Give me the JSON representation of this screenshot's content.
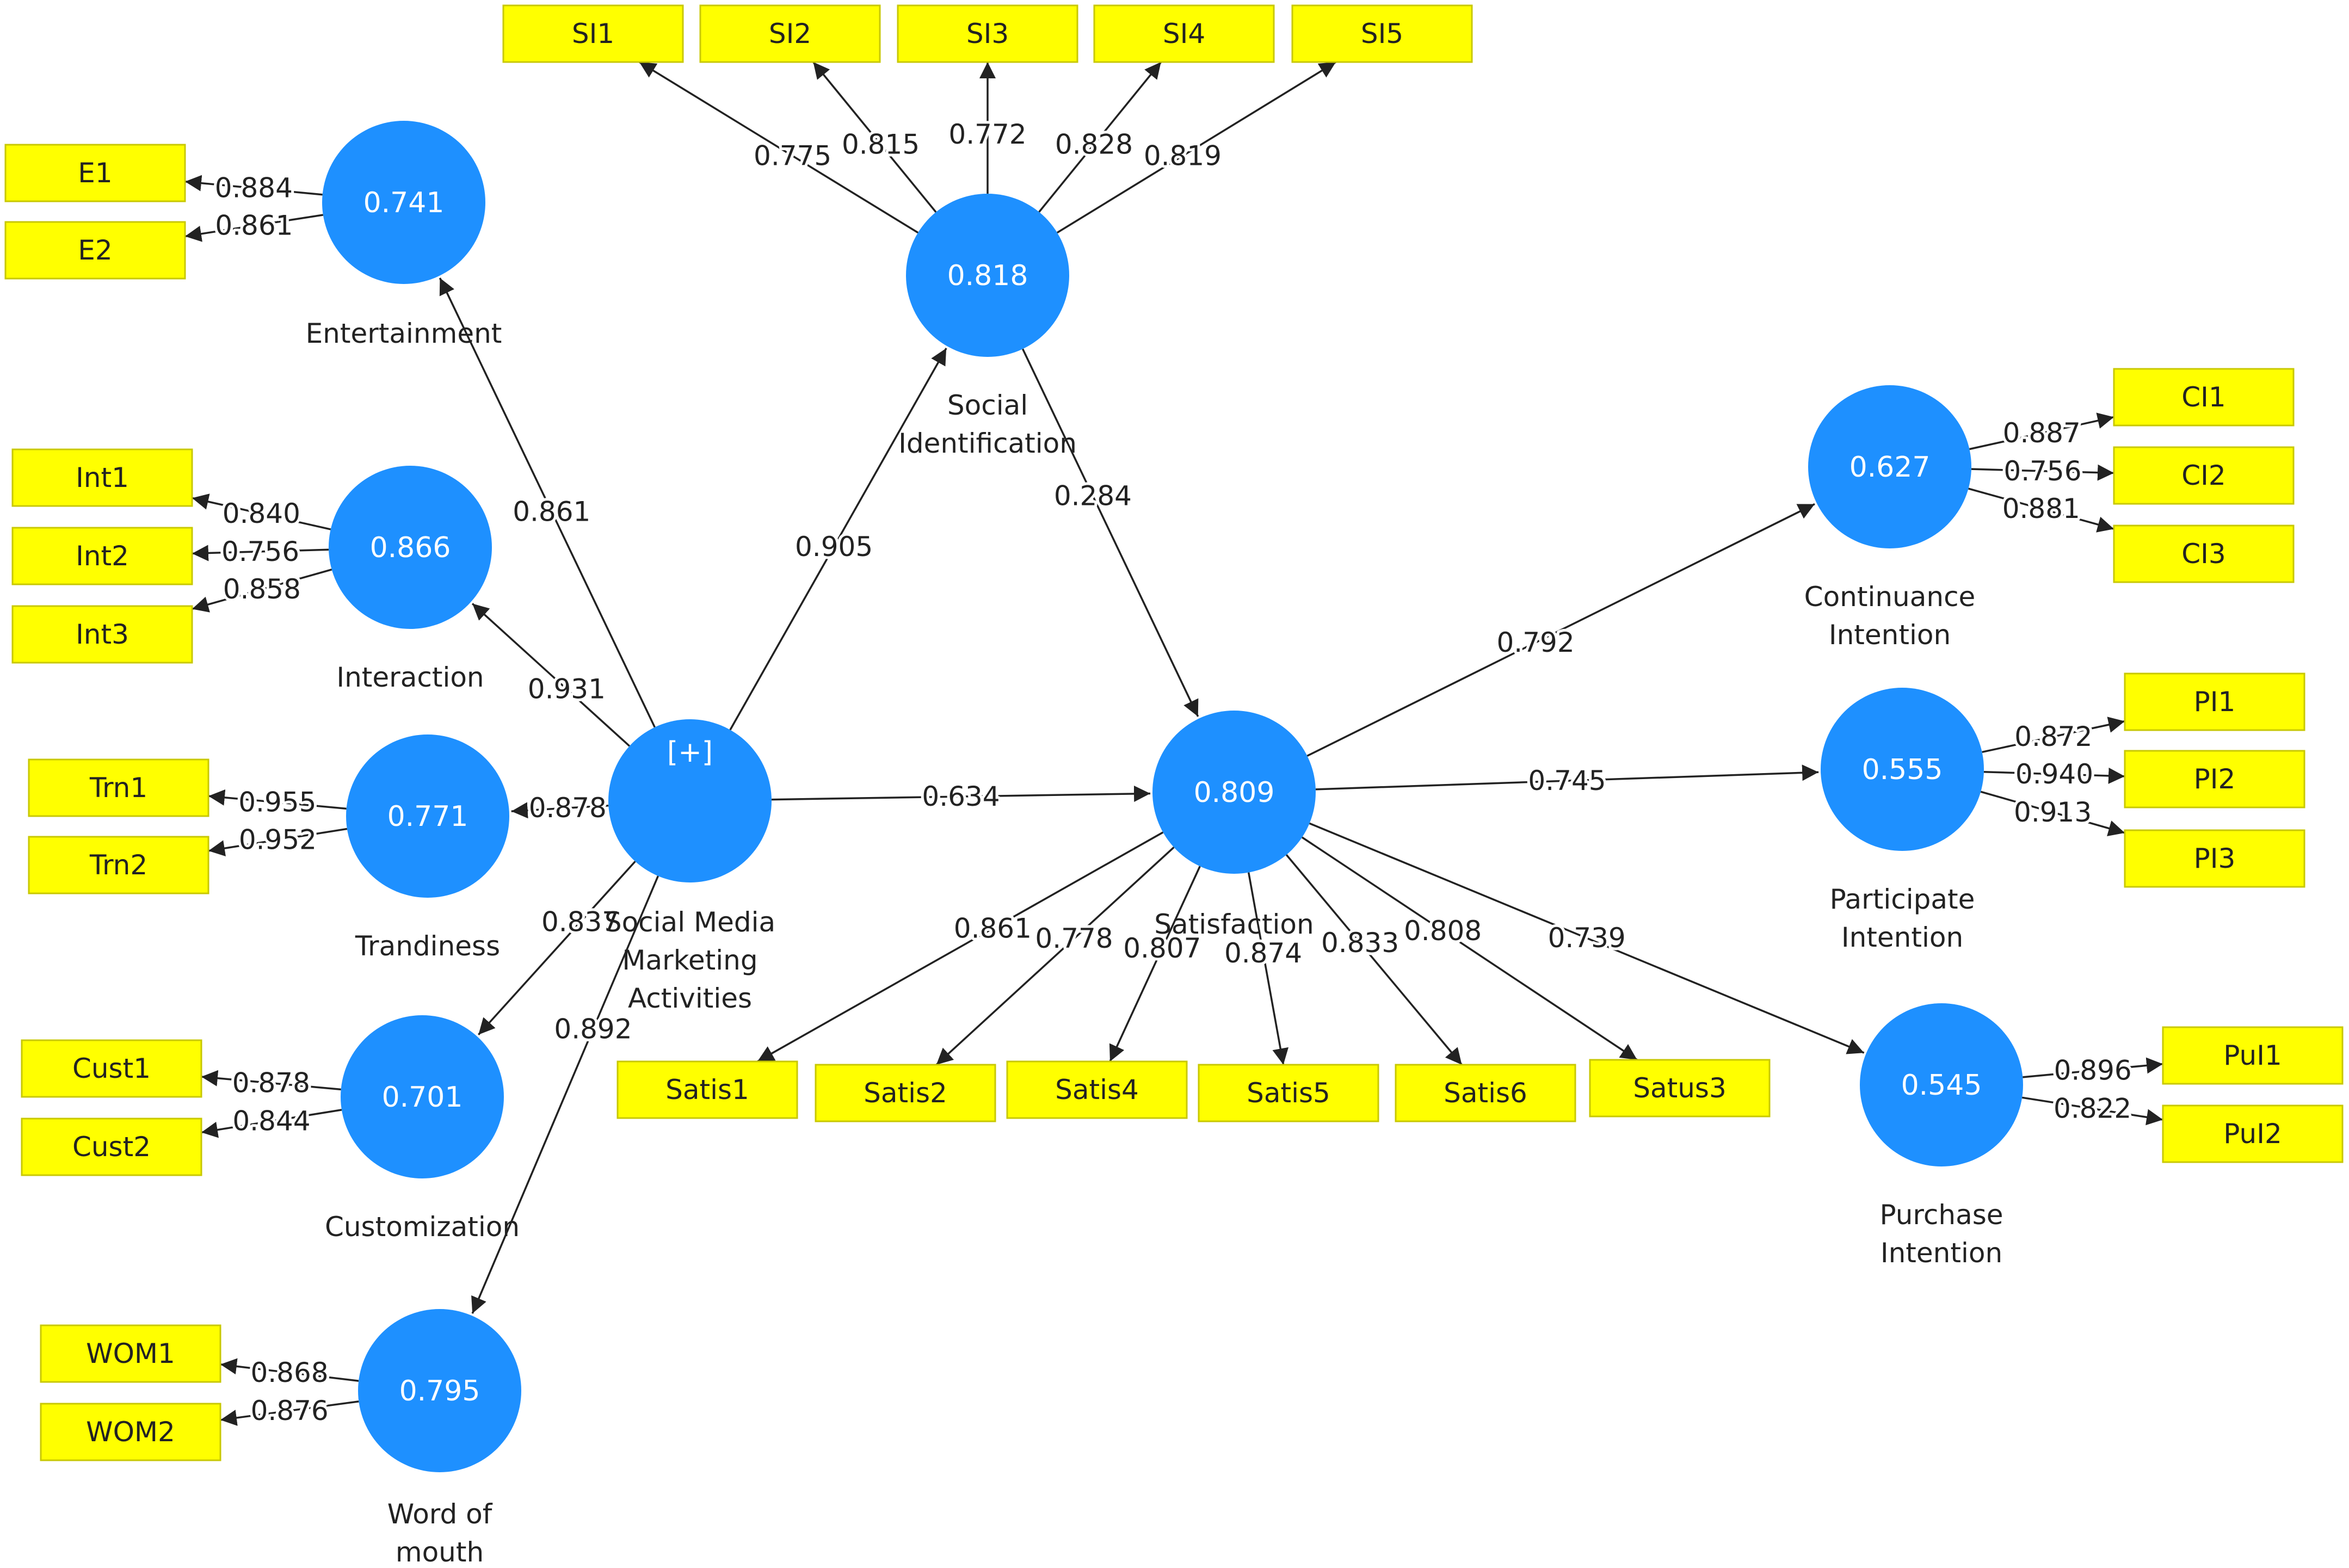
{
  "colors": {
    "latent": "#1e90ff",
    "indicator_fill": "#ffff00",
    "indicator_border": "#c8c800",
    "line": "#222222"
  },
  "latents": {
    "entertainment": {
      "label": [
        "Entertainment"
      ],
      "value": "0.741"
    },
    "interaction": {
      "label": [
        "Interaction"
      ],
      "value": "0.866"
    },
    "trandiness": {
      "label": [
        "Trandiness"
      ],
      "value": "0.771"
    },
    "customization": {
      "label": [
        "Customization"
      ],
      "value": "0.701"
    },
    "wom": {
      "label": [
        "Word of",
        "mouth"
      ],
      "value": "0.795"
    },
    "smma": {
      "label": [
        "Social Media",
        "Marketing",
        "Activities"
      ],
      "value": "[+]"
    },
    "social_id": {
      "label": [
        "Social",
        "Identification"
      ],
      "value": "0.818"
    },
    "satisfaction": {
      "label": [
        "Satisfaction"
      ],
      "value": "0.809"
    },
    "continuance": {
      "label": [
        "Continuance",
        "Intention"
      ],
      "value": "0.627"
    },
    "participate": {
      "label": [
        "Participate",
        "Intention"
      ],
      "value": "0.555"
    },
    "purchase": {
      "label": [
        "Purchase",
        "Intention"
      ],
      "value": "0.545"
    }
  },
  "indicators": {
    "E1": "E1",
    "E2": "E2",
    "Int1": "Int1",
    "Int2": "Int2",
    "Int3": "Int3",
    "Trn1": "Trn1",
    "Trn2": "Trn2",
    "Cust1": "Cust1",
    "Cust2": "Cust2",
    "WOM1": "WOM1",
    "WOM2": "WOM2",
    "SI1": "SI1",
    "SI2": "SI2",
    "SI3": "SI3",
    "SI4": "SI4",
    "SI5": "SI5",
    "Satis1": "Satis1",
    "Satis2": "Satis2",
    "Satis4": "Satis4",
    "Satis5": "Satis5",
    "Satis6": "Satis6",
    "Satus3": "Satus3",
    "CI1": "CI1",
    "CI2": "CI2",
    "CI3": "CI3",
    "PI1": "PI1",
    "PI2": "PI2",
    "PI3": "PI3",
    "PuI1": "PuI1",
    "PuI2": "PuI2"
  },
  "paths": [
    {
      "from": "smma",
      "to": "entertainment",
      "value": "0.861"
    },
    {
      "from": "smma",
      "to": "interaction",
      "value": "0.931"
    },
    {
      "from": "smma",
      "to": "trandiness",
      "value": "0.878"
    },
    {
      "from": "smma",
      "to": "customization",
      "value": "0.837"
    },
    {
      "from": "smma",
      "to": "wom",
      "value": "0.892"
    },
    {
      "from": "smma",
      "to": "social_id",
      "value": "0.905"
    },
    {
      "from": "smma",
      "to": "satisfaction",
      "value": "0.634"
    },
    {
      "from": "social_id",
      "to": "satisfaction",
      "value": "0.284"
    },
    {
      "from": "satisfaction",
      "to": "continuance",
      "value": "0.792"
    },
    {
      "from": "satisfaction",
      "to": "participate",
      "value": "0.745"
    },
    {
      "from": "satisfaction",
      "to": "purchase",
      "value": "0.739"
    }
  ],
  "loadings": [
    {
      "latent": "entertainment",
      "indicator": "E1",
      "value": "0.884"
    },
    {
      "latent": "entertainment",
      "indicator": "E2",
      "value": "0.861"
    },
    {
      "latent": "interaction",
      "indicator": "Int1",
      "value": "0.840"
    },
    {
      "latent": "interaction",
      "indicator": "Int2",
      "value": "0.756"
    },
    {
      "latent": "interaction",
      "indicator": "Int3",
      "value": "0.858"
    },
    {
      "latent": "trandiness",
      "indicator": "Trn1",
      "value": "0.955"
    },
    {
      "latent": "trandiness",
      "indicator": "Trn2",
      "value": "0.952"
    },
    {
      "latent": "customization",
      "indicator": "Cust1",
      "value": "0.878"
    },
    {
      "latent": "customization",
      "indicator": "Cust2",
      "value": "0.844"
    },
    {
      "latent": "wom",
      "indicator": "WOM1",
      "value": "0.868"
    },
    {
      "latent": "wom",
      "indicator": "WOM2",
      "value": "0.876"
    },
    {
      "latent": "social_id",
      "indicator": "SI1",
      "value": "0.775"
    },
    {
      "latent": "social_id",
      "indicator": "SI2",
      "value": "0.815"
    },
    {
      "latent": "social_id",
      "indicator": "SI3",
      "value": "0.772"
    },
    {
      "latent": "social_id",
      "indicator": "SI4",
      "value": "0.828"
    },
    {
      "latent": "social_id",
      "indicator": "SI5",
      "value": "0.819"
    },
    {
      "latent": "satisfaction",
      "indicator": "Satis1",
      "value": "0.861"
    },
    {
      "latent": "satisfaction",
      "indicator": "Satis2",
      "value": "0.778"
    },
    {
      "latent": "satisfaction",
      "indicator": "Satis4",
      "value": "0.807"
    },
    {
      "latent": "satisfaction",
      "indicator": "Satis5",
      "value": "0.874"
    },
    {
      "latent": "satisfaction",
      "indicator": "Satis6",
      "value": "0.833"
    },
    {
      "latent": "satisfaction",
      "indicator": "Satus3",
      "value": "0.808"
    },
    {
      "latent": "continuance",
      "indicator": "CI1",
      "value": "0.887"
    },
    {
      "latent": "continuance",
      "indicator": "CI2",
      "value": "0.756"
    },
    {
      "latent": "continuance",
      "indicator": "CI3",
      "value": "0.881"
    },
    {
      "latent": "participate",
      "indicator": "PI1",
      "value": "0.872"
    },
    {
      "latent": "participate",
      "indicator": "PI2",
      "value": "0.940"
    },
    {
      "latent": "participate",
      "indicator": "PI3",
      "value": "0.913"
    },
    {
      "latent": "purchase",
      "indicator": "PuI1",
      "value": "0.896"
    },
    {
      "latent": "purchase",
      "indicator": "PuI2",
      "value": "0.822"
    }
  ]
}
